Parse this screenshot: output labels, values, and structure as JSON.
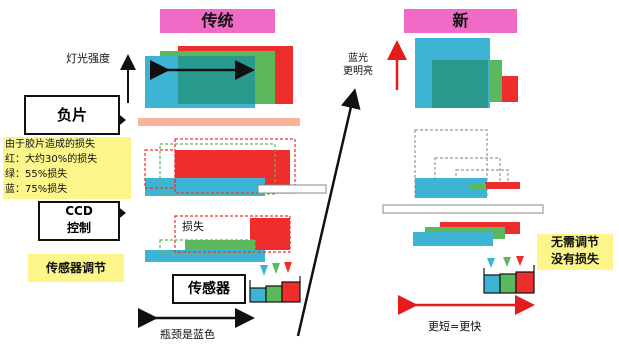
{
  "traditional": {
    "header": "传统",
    "light_intensity_label": "灯光强度",
    "film_label": "负片",
    "loss_note": [
      "由于胶片造成的损失",
      "红：大约30%的损失",
      "绿：55%损失",
      "蓝：75%损失"
    ],
    "ccd_label_line1": "CCD",
    "ccd_label_line2": "控制",
    "sensor_adjust_label": "传感器调节",
    "loss_label": "损失",
    "sensor_label": "传感器",
    "bottleneck_label": "瓶颈是蓝色"
  },
  "new": {
    "header": "新",
    "brighter_label_line1": "蓝光",
    "brighter_label_line2": "更明亮",
    "no_adjust_label_line1": "无需调节",
    "no_adjust_label_line2": "没有损失",
    "shorter_faster_label": "更短=更快"
  },
  "colors": {
    "red": "#ee2d2d",
    "green": "#5cb85c",
    "cyan": "#3db4d4",
    "teal_overlap": "#2a9a8e",
    "pink_header": "#f06ac6",
    "yellow_note": "#fbf58a",
    "salmon_bar": "#f7b39a"
  }
}
